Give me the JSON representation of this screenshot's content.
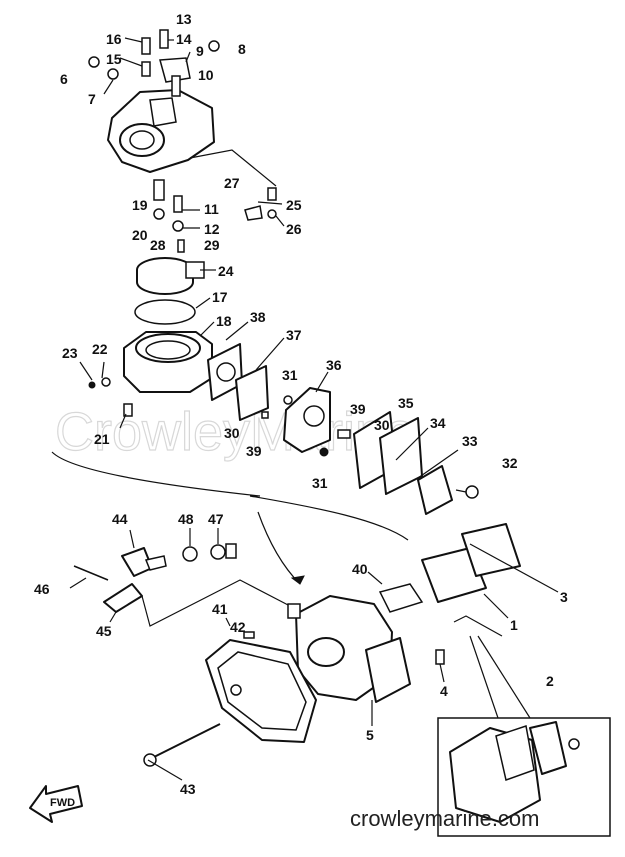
{
  "diagram": {
    "watermark": "CrowleyMarine",
    "footer_url": "crowleymarine.com",
    "forward_marker": "FWD",
    "callouts": {
      "p1": "1",
      "p2": "2",
      "p3": "3",
      "p4": "4",
      "p5": "5",
      "p6": "6",
      "p7": "7",
      "p8": "8",
      "p9": "9",
      "p10": "10",
      "p11": "11",
      "p12": "12",
      "p13": "13",
      "p14": "14",
      "p15": "15",
      "p16": "16",
      "p17": "17",
      "p18": "18",
      "p19": "19",
      "p20": "20",
      "p21": "21",
      "p22": "22",
      "p23": "23",
      "p24": "24",
      "p25": "25",
      "p26": "26",
      "p27": "27",
      "p28": "28",
      "p29": "29",
      "p30a": "30",
      "p30b": "30",
      "p31a": "31",
      "p31b": "31",
      "p32": "32",
      "p33": "33",
      "p34": "34",
      "p35": "35",
      "p36": "36",
      "p37": "37",
      "p38": "38",
      "p39a": "39",
      "p39b": "39",
      "p40": "40",
      "p41": "41",
      "p42": "42",
      "p43": "43",
      "p44": "44",
      "p45": "45",
      "p46": "46",
      "p47": "47",
      "p48": "48"
    }
  }
}
